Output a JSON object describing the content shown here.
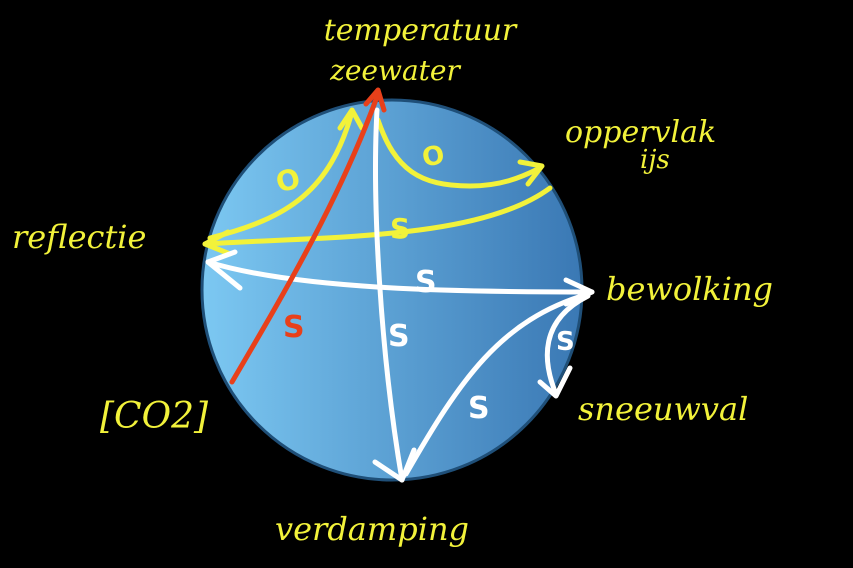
{
  "colors": {
    "background": "#000000",
    "globe_light": "#7cc8f2",
    "globe_dark": "#3a78b4",
    "yellow": "#f2f23a",
    "white": "#ffffff",
    "red": "#e8401a"
  },
  "labels": {
    "sea_temperature_line1": "temperatuur",
    "sea_temperature_line2": "zeewater",
    "ice_surface_line1": "oppervlak",
    "ice_surface_line2": "ijs",
    "reflection": "reflectie",
    "cloudiness": "bewolking",
    "snowfall": "sneeuwval",
    "evaporation": "verdamping",
    "co2": "[CO2]"
  },
  "signs": {
    "temp_to_ice": "O",
    "temp_to_reflection": "O",
    "ice_to_reflection": "S",
    "cloudiness_to_reflection": "S",
    "temp_to_evaporation": "S",
    "co2_to_temp": "S",
    "cloudiness_to_snowfall": "S",
    "evaporation_to_cloudiness": "S"
  }
}
